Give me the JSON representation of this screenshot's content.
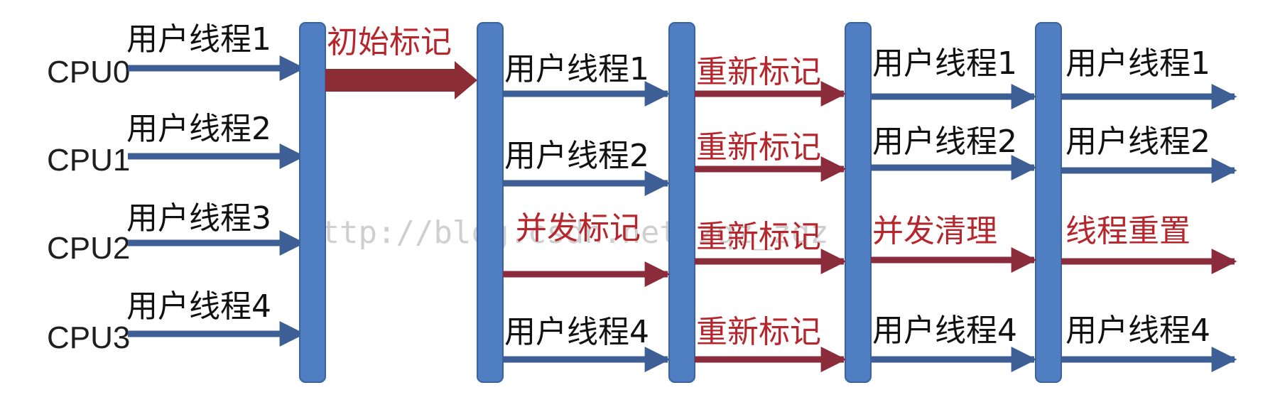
{
  "cpus": [
    {
      "name": "CPU0",
      "thread": "用户线程1"
    },
    {
      "name": "CPU1",
      "thread": "用户线程2"
    },
    {
      "name": "CPU2",
      "thread": "用户线程3"
    },
    {
      "name": "CPU3",
      "thread": "用户线程4"
    }
  ],
  "initial_mark": {
    "label": "初始标记"
  },
  "stage2": [
    {
      "label": "用户线程1",
      "kind": "user"
    },
    {
      "label": "用户线程2",
      "kind": "user"
    },
    {
      "label": "并发标记",
      "kind": "gc"
    },
    {
      "label": "用户线程4",
      "kind": "user"
    }
  ],
  "stage3": [
    {
      "label": "重新标记",
      "kind": "gc"
    },
    {
      "label": "重新标记",
      "kind": "gc"
    },
    {
      "label": "重新标记",
      "kind": "gc"
    },
    {
      "label": "重新标记",
      "kind": "gc"
    }
  ],
  "stage4": [
    {
      "label": "用户线程1",
      "kind": "user"
    },
    {
      "label": "用户线程2",
      "kind": "user"
    },
    {
      "label": "并发清理",
      "kind": "gc"
    },
    {
      "label": "用户线程4",
      "kind": "user"
    }
  ],
  "stage5": [
    {
      "label": "用户线程1",
      "kind": "user"
    },
    {
      "label": "用户线程2",
      "kind": "user"
    },
    {
      "label": "线程重置",
      "kind": "gc"
    },
    {
      "label": "用户线程4",
      "kind": "user"
    }
  ],
  "watermark": "http://blog.csdn.net/zqz_zqz",
  "colors": {
    "bar": "#4f7ec2",
    "bar_edge": "#3a62a0",
    "user_arrow": "#3e5f95",
    "gc_arrow": "#8b2c3c",
    "initial_arrow": "#8c2c34",
    "gc_text": "#b5272d",
    "text": "#111111"
  }
}
